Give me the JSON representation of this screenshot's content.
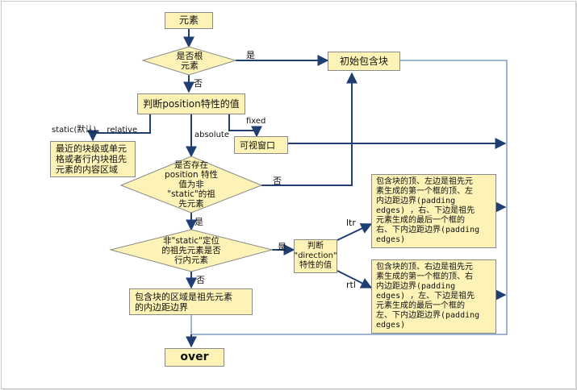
{
  "nodes": {
    "start": "元素",
    "is_root": "是否根\n元素",
    "initial_block": "初始包含块",
    "judge_position": "判断position特性的值",
    "viewport": "可视窗口",
    "nearest_block": "最近的块级或单元\n格或者行内块祖先\n元素的内容区域",
    "non_static_exists": "是否存在\nposition 特性\n值为非\n\"static\"的祖\n先元素",
    "inline_ancestor": "非\"static\"定位\n的祖先元素是否\n行内元素",
    "judge_direction": "判断\n\"direction\"\n特性的值",
    "ancestor_padding": "包含块的区域是祖先元素\n的内边距边界",
    "ltr_result": "包含块的顶、左边是祖先元\n素生成的第一个框的顶、左\n内边距边界(padding\nedges) ，右、下边是祖先\n元素生成的最后一个框的\n右、下内边距边界(padding\nedges)",
    "rtl_result": "包含块的顶、右边是祖先元\n素生成的第一个框的顶、右\n内边距边界(padding\nedges) ，左、下边是祖先\n元素生成的最后一个框的\n左、下内边距边界(padding\nedges)",
    "end": "over"
  },
  "labels": {
    "yes_root": "是",
    "no_root": "否",
    "static_relative": "static(默认)， relative",
    "absolute": "absolute",
    "fixed": "fixed",
    "no_exists": "否",
    "yes_exists": "是",
    "yes_inline": "是",
    "no_inline": "否",
    "ltr": "ltr",
    "rtl": "rtl"
  },
  "colors": {
    "box_fill": "#fdf3b6",
    "arrow": "#1f3f73",
    "line": "#7f9cc0"
  }
}
